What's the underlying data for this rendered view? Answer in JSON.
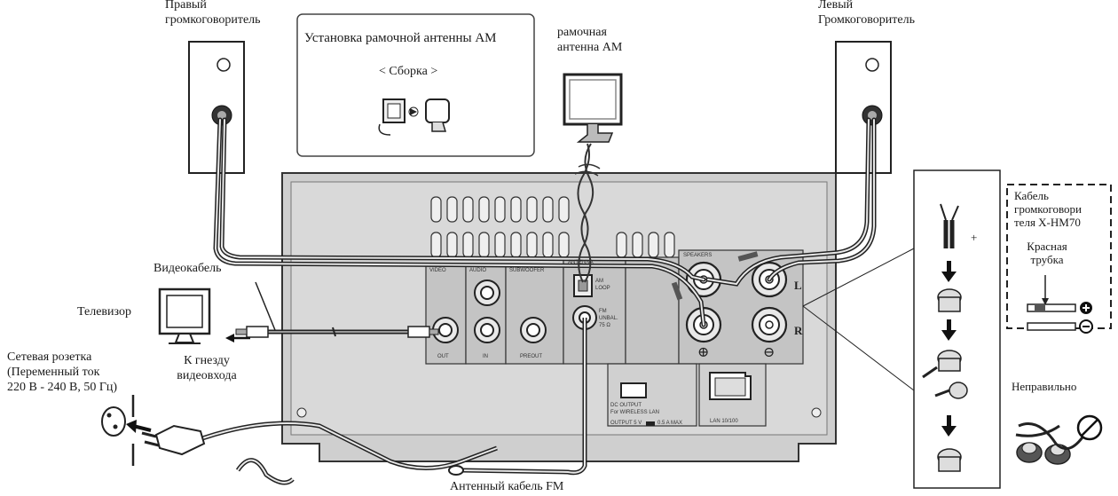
{
  "labels": {
    "right_speaker": [
      "Правый",
      "громкоговоритель"
    ],
    "left_speaker": [
      "Левый",
      "Громкоговоритель"
    ],
    "am_install_title": "Установка рамочной антенны АМ",
    "assembly": "< Сборка >",
    "am_loop_antenna": [
      "рамочная",
      "антенна АМ"
    ],
    "video_cable": "Видеокабель",
    "tv": "Телевизор",
    "outlet": [
      "Сетевая розетка",
      "(Переменный ток",
      "220 В - 240 В, 50 Гц)"
    ],
    "video_input": [
      "К гнезду",
      "видеовхода"
    ],
    "fm_cable": "Антенный кабель FM",
    "speaker_cable": [
      "Кабель",
      "громкоговори",
      "теля X-HM70"
    ],
    "red_tube": [
      "Красная",
      "трубка"
    ],
    "incorrect": "Неправильно",
    "plus_mark": "+"
  },
  "panel_labels": {
    "video": "VIDEO",
    "audio": "AUDIO",
    "subwoofer": "SUBWOOFER",
    "antenna": "ANTENNA",
    "speakers": "SPEAKERS",
    "out": "OUT",
    "in": "IN",
    "preout": "PREOUT",
    "am_loop": [
      "AM",
      "LOOP"
    ],
    "fm": [
      "FM",
      "UNBAL.",
      "75 Ω"
    ],
    "dc_output": [
      "DC OUTPUT",
      "For WIRELESS LAN",
      "OUTPUT 5 V",
      "0.5 A MAX"
    ],
    "lan": "LAN 10/100",
    "l": "L",
    "r": "R",
    "plus": "⊕",
    "minus": "⊖"
  }
}
